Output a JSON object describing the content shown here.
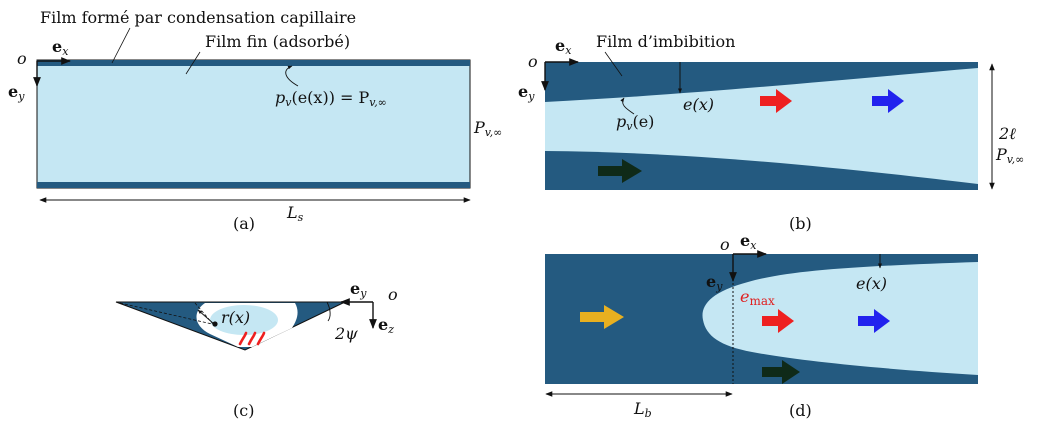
{
  "colors": {
    "dark": "#245a80",
    "light": "#c5e7f3",
    "red_arrow": "#ee2020",
    "blue_arrow": "#2222ee",
    "dark_arrow": "#0f2a18",
    "yellow_arrow": "#e8b020",
    "emax_red": "#e02020"
  },
  "panel_a": {
    "label": "(a)",
    "annotation_capillary": "Film formé par condensation capillaire",
    "annotation_thin": "Film fin (adsorbé)",
    "origin": "o",
    "ex": "e",
    "ex_sub": "x",
    "ey": "e",
    "ey_sub": "y",
    "equation": "p",
    "equation_sub": "v",
    "equation_rest": "(e(x)) = P",
    "equation_rest_sub": "v,∞",
    "pressure": "P",
    "pressure_sub": "v,∞",
    "length": "L",
    "length_sub": "s"
  },
  "panel_b": {
    "label": "(b)",
    "annotation": "Film d’imbibition",
    "origin": "o",
    "ex": "e",
    "ex_sub": "x",
    "ey": "e",
    "ey_sub": "y",
    "thickness": "e(x)",
    "pv": "p",
    "pv_sub": "v",
    "pv_rest": "(e)",
    "width": "2ℓ",
    "pressure": "P",
    "pressure_sub": "v,∞"
  },
  "panel_c": {
    "label": "(c)",
    "origin": "o",
    "ey": "e",
    "ey_sub": "y",
    "ez": "e",
    "ez_sub": "z",
    "radius": "r(x)",
    "angle": "2ψ"
  },
  "panel_d": {
    "label": "(d)",
    "origin": "o",
    "ex": "e",
    "ex_sub": "x",
    "ey": "e",
    "ey_sub": "y",
    "emax": "e",
    "emax_sub": "max",
    "thickness": "e(x)",
    "length": "L",
    "length_sub": "b"
  }
}
